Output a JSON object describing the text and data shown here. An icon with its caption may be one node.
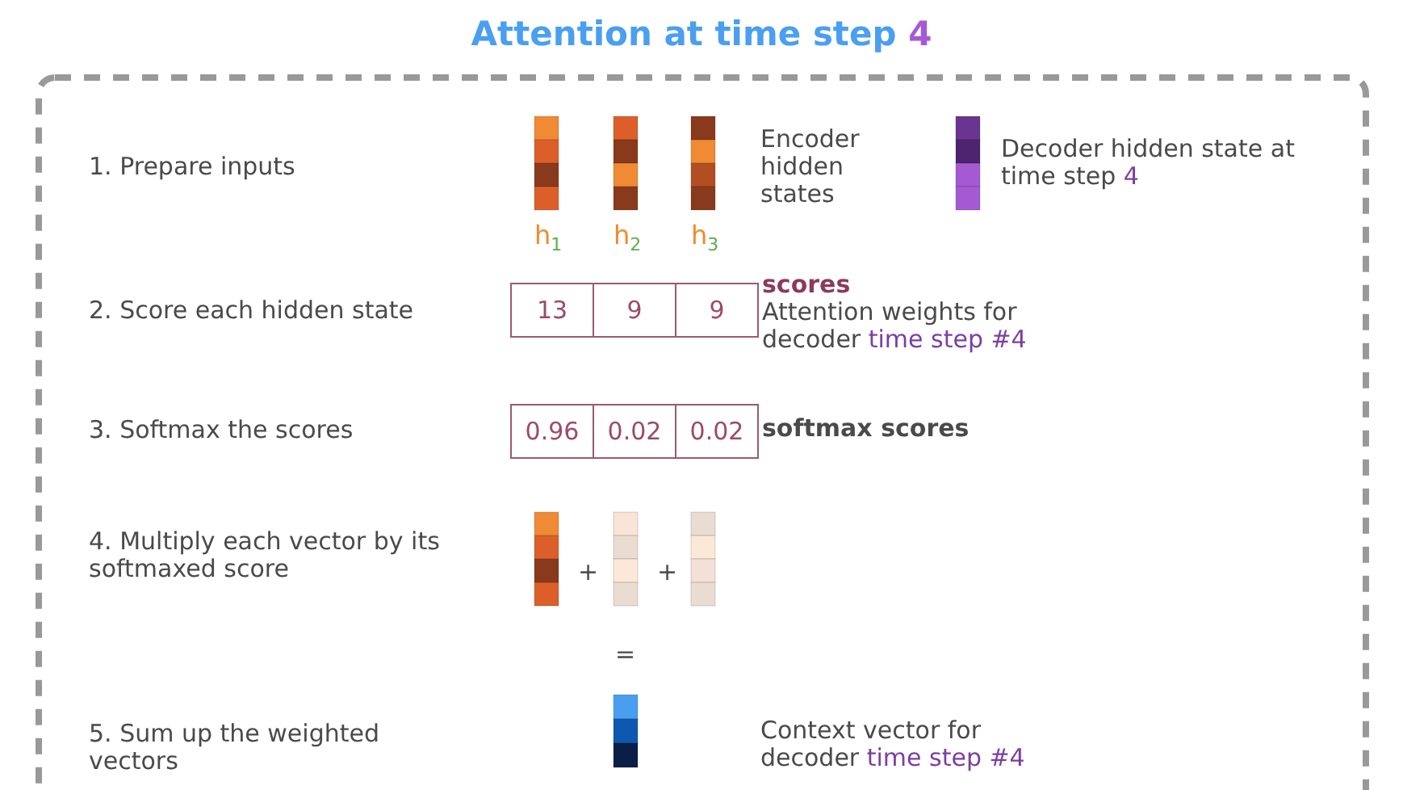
{
  "diagram": {
    "title": "Attention at time step 4",
    "labels": [
      "1. Prepare inputs",
      "Encoder hidden states",
      "Decoder hidden state at time step 4",
      "h$_{1}$",
      "h$_{2}$",
      "h$_{3}$",
      "2. Score each hidden state",
      "13",
      "9",
      "9",
      "scores",
      "Attention weights for decoder time step #4",
      "3. Softmax the scores",
      "0.96",
      "0.02",
      "0.02",
      "softmax scores",
      "4. Multiply each vector by its softmaxed score",
      "+",
      "+",
      "=",
      "5. Sum up the weighted vectors",
      "Context vector for decoder time step #4"
    ]
  }
}
